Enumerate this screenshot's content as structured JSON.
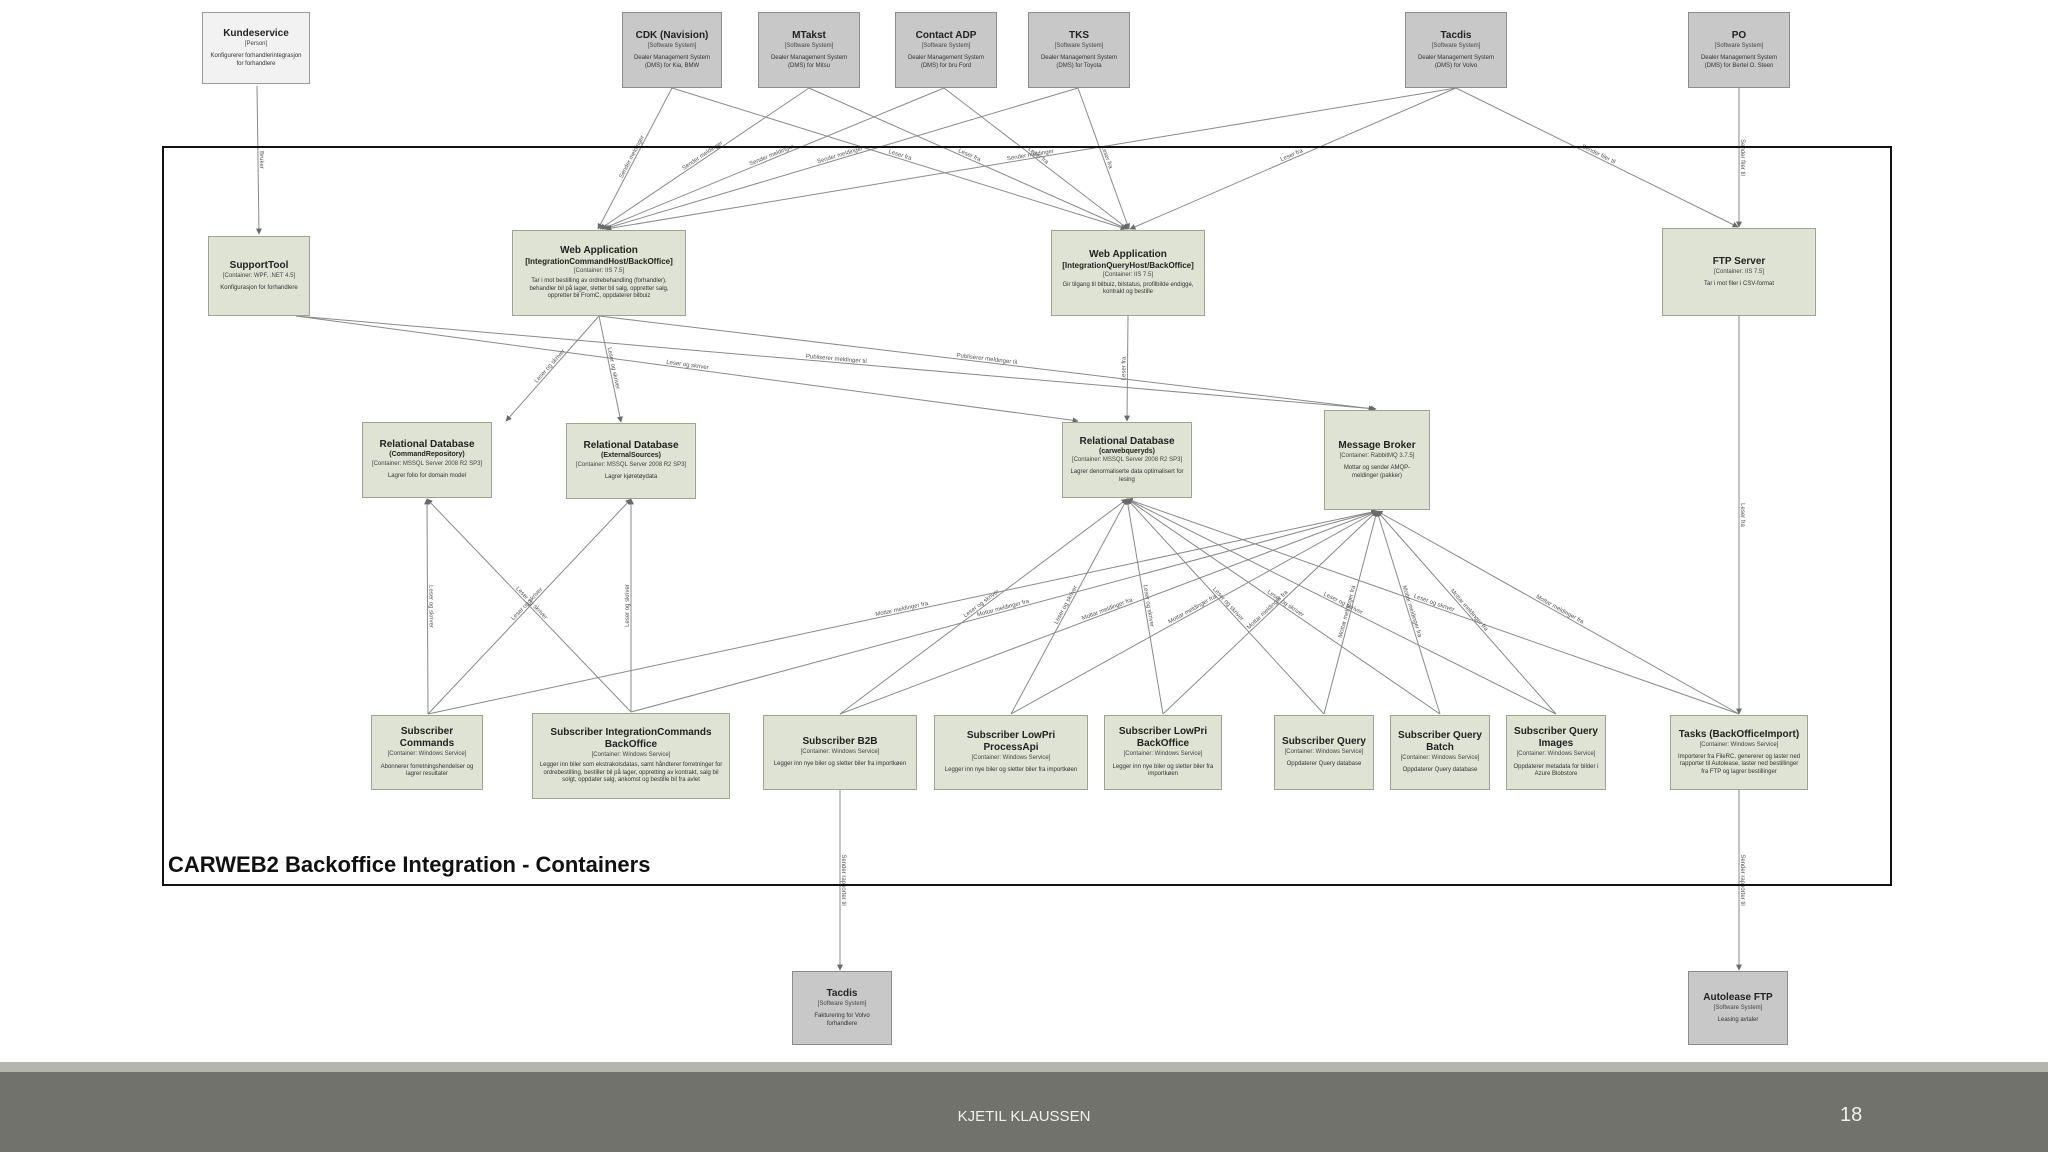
{
  "boundary": {
    "title": "CARWEB2 Backoffice Integration - Containers"
  },
  "footer": {
    "author": "KJETIL KLAUSSEN",
    "page": "18"
  },
  "colors": {
    "external_system": "#c8c8c8",
    "person": "#f2f2f2",
    "container": "#dfe3d3",
    "footer": "#70726b",
    "boundary": "#111111"
  },
  "nodes": {
    "kundeservice": {
      "title": "Kundeservice",
      "stereo": "[Person]",
      "desc": "Konfigurerer forhandlerintegrasjon for forhandlere"
    },
    "cdk": {
      "title": "CDK (Navision)",
      "stereo": "[Software System]",
      "desc": "Dealer Management System (DMS) for Kia, BMW"
    },
    "mtakst": {
      "title": "MTakst",
      "stereo": "[Software System]",
      "desc": "Dealer Management System (DMS) for Mitsu"
    },
    "contact_adp": {
      "title": "Contact ADP",
      "stereo": "[Software System]",
      "desc": "Dealer Management System (DMS) for bru Ford"
    },
    "tks": {
      "title": "TKS",
      "stereo": "[Software System]",
      "desc": "Dealer Management System (DMS) for Toyota"
    },
    "tacdis_top": {
      "title": "Tacdis",
      "stereo": "[Software System]",
      "desc": "Dealer Management System (DMS) for Volvo"
    },
    "po": {
      "title": "PO",
      "stereo": "[Software System]",
      "desc": "Dealer Management System (DMS) for Bertel O. Steen"
    },
    "supporttool": {
      "title": "SupportTool",
      "stereo": "[Container: WPF, .NET 4.5]",
      "desc": "Konfigurasjon for forhandlere"
    },
    "web_cmd": {
      "title": "Web Application",
      "subtitle": "[IntegrationCommandHost/BackOffice]",
      "stereo": "[Container: IIS 7.5]",
      "desc": "Tar i mot bestilling av ordrebehandling (forhandler), behandler bil på lager, sletter bil salg, oppretter salg, oppretter bil FromC, oppdaterer bilbuiz"
    },
    "web_query": {
      "title": "Web Application",
      "subtitle": "[IntegrationQueryHost/BackOffice]",
      "stereo": "[Container: IIS 7.5]",
      "desc": "Gir tilgang til bilbuiz, bilstatus, profilbilde endigge, kontrakt og bestille"
    },
    "ftp_server": {
      "title": "FTP Server",
      "stereo": "[Container: IIS 7.5]",
      "desc": "Tar i mot filer i CSV-format"
    },
    "db_cmd": {
      "title": "Relational Database",
      "subtitle": "(CommandRepository)",
      "stereo": "[Container: MSSQL Server 2008 R2 SP3]",
      "desc": "Lagrer folio for domain model"
    },
    "db_ext": {
      "title": "Relational Database",
      "subtitle": "(ExternalSources)",
      "stereo": "[Container: MSSQL Server 2008 R2 SP3]",
      "desc": "Lagrer kjøretøydata"
    },
    "db_query": {
      "title": "Relational Database",
      "subtitle": "(carwebqueryds)",
      "stereo": "[Container: MSSQL Server 2008 R2 SP3]",
      "desc": "Lagrer denormaliserte data optimalisert for lesing"
    },
    "broker": {
      "title": "Message Broker",
      "stereo": "[Container: RabbitMQ 3.7.5]",
      "desc": "Mottar og sender AMQP-meldinger (pakker)"
    },
    "sub_cmd": {
      "title": "Subscriber Commands",
      "stereo": "[Container: Windows Service]",
      "desc": "Abonnerer forretningshendelser og lagrer resultater"
    },
    "sub_int": {
      "title": "Subscriber IntegrationCommands BackOffice",
      "stereo": "[Container: Windows Service]",
      "desc": "Legger inn biler som ekstrakolsdatas, samt håndterer forretninger for ordrebestilling, bestiller bil på lager, oppretting av kontrakt, salg bil solgt, oppdater salg, ankomst og bestille bil fra avlet"
    },
    "sub_b2b": {
      "title": "Subscriber B2B",
      "stereo": "[Container: Windows Service]",
      "desc": "Legger inn nye biler og sletter biler fra importkøen"
    },
    "sub_low_api": {
      "title": "Subscriber LowPri ProcessApi",
      "stereo": "[Container: Windows Service]",
      "desc": "Legger inn nye biler og sletter biler fra importkøen"
    },
    "sub_low_bo": {
      "title": "Subscriber LowPri BackOffice",
      "stereo": "[Container: Windows Service]",
      "desc": "Legger inn nye biler og sletter biler fra importkøen"
    },
    "sub_query": {
      "title": "Subscriber Query",
      "stereo": "[Container: Windows Service]",
      "desc": "Oppdaterer Query database"
    },
    "sub_batch": {
      "title": "Subscriber Query Batch",
      "stereo": "[Container: Windows Service]",
      "desc": "Oppdaterer Query database"
    },
    "sub_images": {
      "title": "Subscriber Query Images",
      "stereo": "[Container: Windows Service]",
      "desc": "Oppdaterer metadata for bilder i Azure Blobstore"
    },
    "tasks": {
      "title": "Tasks (BackOfficeImport)",
      "stereo": "[Container: Windows Service]",
      "desc": "Importerer fra FileRC, genererer og laster ned rapporter til Autolease, laster ned bestillinger fra FTP og lagrer bestillinger"
    },
    "tacdis_bottom": {
      "title": "Tacdis",
      "stereo": "[Software System]",
      "desc": "Fakturering for Volvo forhandlere"
    },
    "autolease": {
      "title": "Autolease FTP",
      "stereo": "[Software System]",
      "desc": "Leasing avtaler"
    }
  },
  "edge_labels": {
    "uses": "Bruker",
    "reads_writes": "Leser og skriver",
    "sends_messages": "Sender meldinger",
    "publishes": "Publiserer meldinger til",
    "reads_from": "Leser fra",
    "receives_messages": "Mottar meldinger fra",
    "sends_files": "Sender filer til",
    "sends_report": "Sender rapporter til"
  }
}
